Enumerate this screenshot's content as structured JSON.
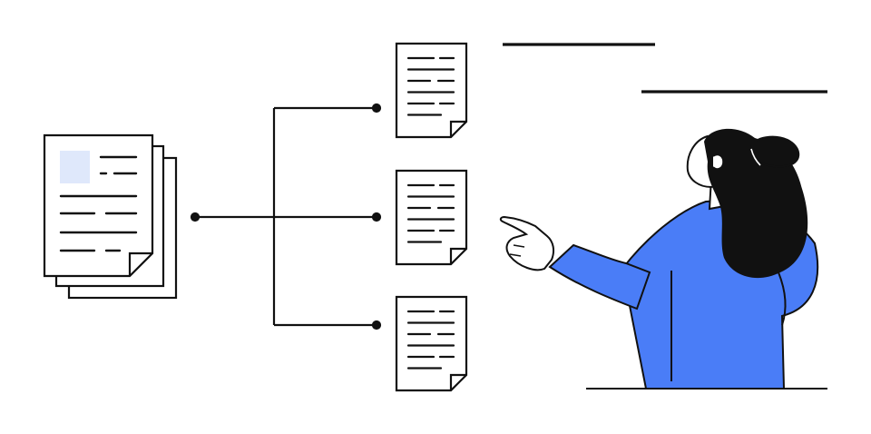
{
  "illustration": {
    "subject": "document-split-presentation",
    "colors": {
      "ink": "#111111",
      "paper": "#ffffff",
      "accent": "#4a7df7",
      "thumbnail": "#dfe8fb"
    },
    "elements": {
      "source_document_stack": {
        "pages": 3,
        "icon": "document-stack-icon"
      },
      "branch_connector": {
        "branches": 3,
        "icon": "tree-connector-icon"
      },
      "output_documents": {
        "count": 3,
        "icon": "document-icon"
      },
      "presenter": {
        "icon": "person-pointing-icon"
      }
    }
  }
}
